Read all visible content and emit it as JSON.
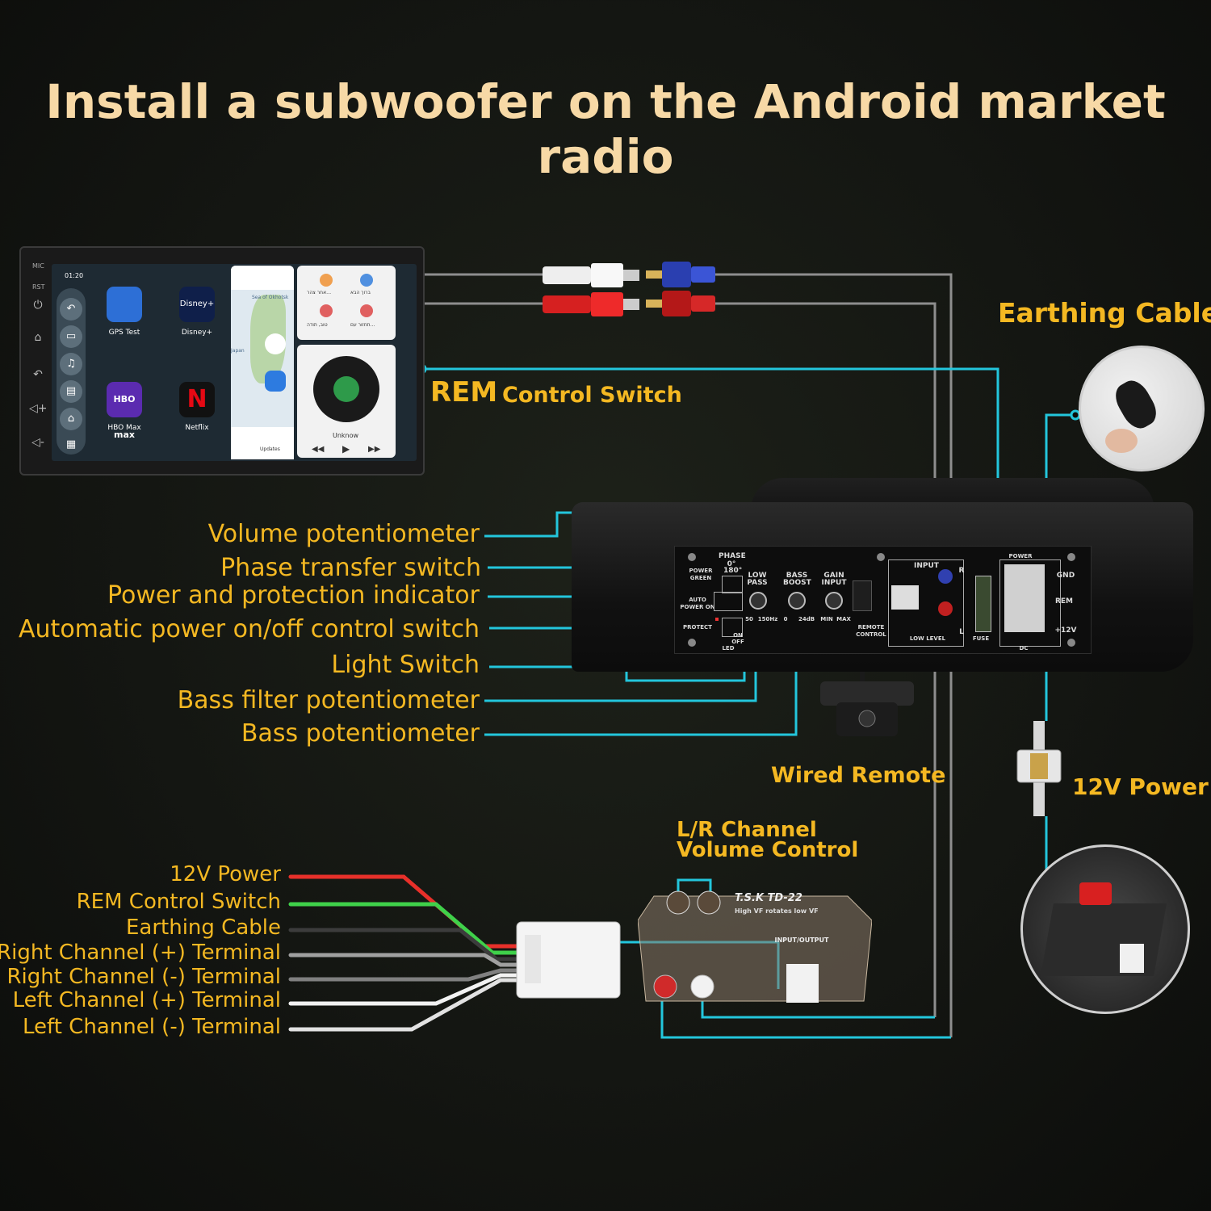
{
  "title": "Install a subwoofer on the Android market radio",
  "head_unit": {
    "time": "01:20",
    "mic": "MIC",
    "rst": "RST",
    "apps": [
      {
        "label": "GPS Test",
        "icon": "gps-icon",
        "color": "#2d6fd6"
      },
      {
        "label": "Disney+",
        "icon": "disney-icon",
        "color": "#0f1f4a"
      },
      {
        "label": "HBO Max",
        "icon": "hbo-icon",
        "color": "#5b2bb0"
      },
      {
        "label": "Netflix",
        "icon": "netflix-icon",
        "color": "#111111"
      }
    ],
    "disney_logo": "Disney+",
    "hbo_logo": "HBO max",
    "netflix_logo": "N",
    "map_sea": "Sea of Okhotsk",
    "map_japan": "Japan",
    "map_updates": "Updates",
    "contacts": [
      "אחר צהר…",
      "ברוך הבא",
      "טוב, תודה",
      "תחזור עם…"
    ],
    "music_unknown": "Unknow"
  },
  "callouts": {
    "rem_control": "REM",
    "rem_control_rest": "Control Switch",
    "earthing_cable": "Earthing Cable",
    "power_12v": "12V Power",
    "wired_remote": "Wired Remote",
    "lr_volume_1": "L/R Channel",
    "lr_volume_2": "Volume Control"
  },
  "amp_labels": [
    "Volume potentiometer",
    "Phase transfer switch",
    "Power and protection indicator",
    "Automatic power on/off control switch",
    "Light Switch",
    "Bass filter potentiometer",
    "Bass potentiometer"
  ],
  "amp_panel": {
    "phase": "PHASE",
    "phase_0": "0°",
    "phase_180": "180°",
    "power_green": "POWER GREEN",
    "auto_power": "AUTO POWER ON",
    "protect": "PROTECT",
    "on": "ON",
    "off": "OFF",
    "led": "LED",
    "low_pass": "LOW PASS",
    "low_pass_min": "50",
    "low_pass_max": "150Hz",
    "bass_boost": "BASS BOOST",
    "bass_min": "0",
    "bass_max": "24dB",
    "gain_input": "GAIN INPUT",
    "gain_min": "MIN",
    "gain_max": "MAX",
    "remote_control": "REMOTE CONTROL",
    "input": "INPUT",
    "low_level": "LOW LEVEL",
    "r": "R",
    "l": "L",
    "fuse": "FUSE",
    "power": "POWER",
    "gnd": "GND",
    "rem": "REM",
    "plus12v": "+12V",
    "dc": "DC"
  },
  "crossover": {
    "brand": "T.S.K TD-22",
    "subtitle": "High VF rotates low VF",
    "io": "INPUT/OUTPUT"
  },
  "wire_labels": [
    {
      "label": "12V Power",
      "color": "#e8302a"
    },
    {
      "label": "REM Control Switch",
      "color": "#3fd14a"
    },
    {
      "label": "Earthing Cable",
      "color": "#3a3a3a"
    },
    {
      "label": "Right Channel (+) Terminal",
      "color": "#9a9a9a"
    },
    {
      "label": "Right Channel (-) Terminal",
      "color": "#7c7c7c"
    },
    {
      "label": "Left Channel (+) Terminal",
      "color": "#f2f2f2"
    },
    {
      "label": "Left Channel (-) Terminal",
      "color": "#e6e6e6"
    }
  ],
  "colors": {
    "label": "#f4b822",
    "title": "#f7d9a6",
    "leader": "#23c6dc",
    "cable": "#9a9a9a"
  }
}
